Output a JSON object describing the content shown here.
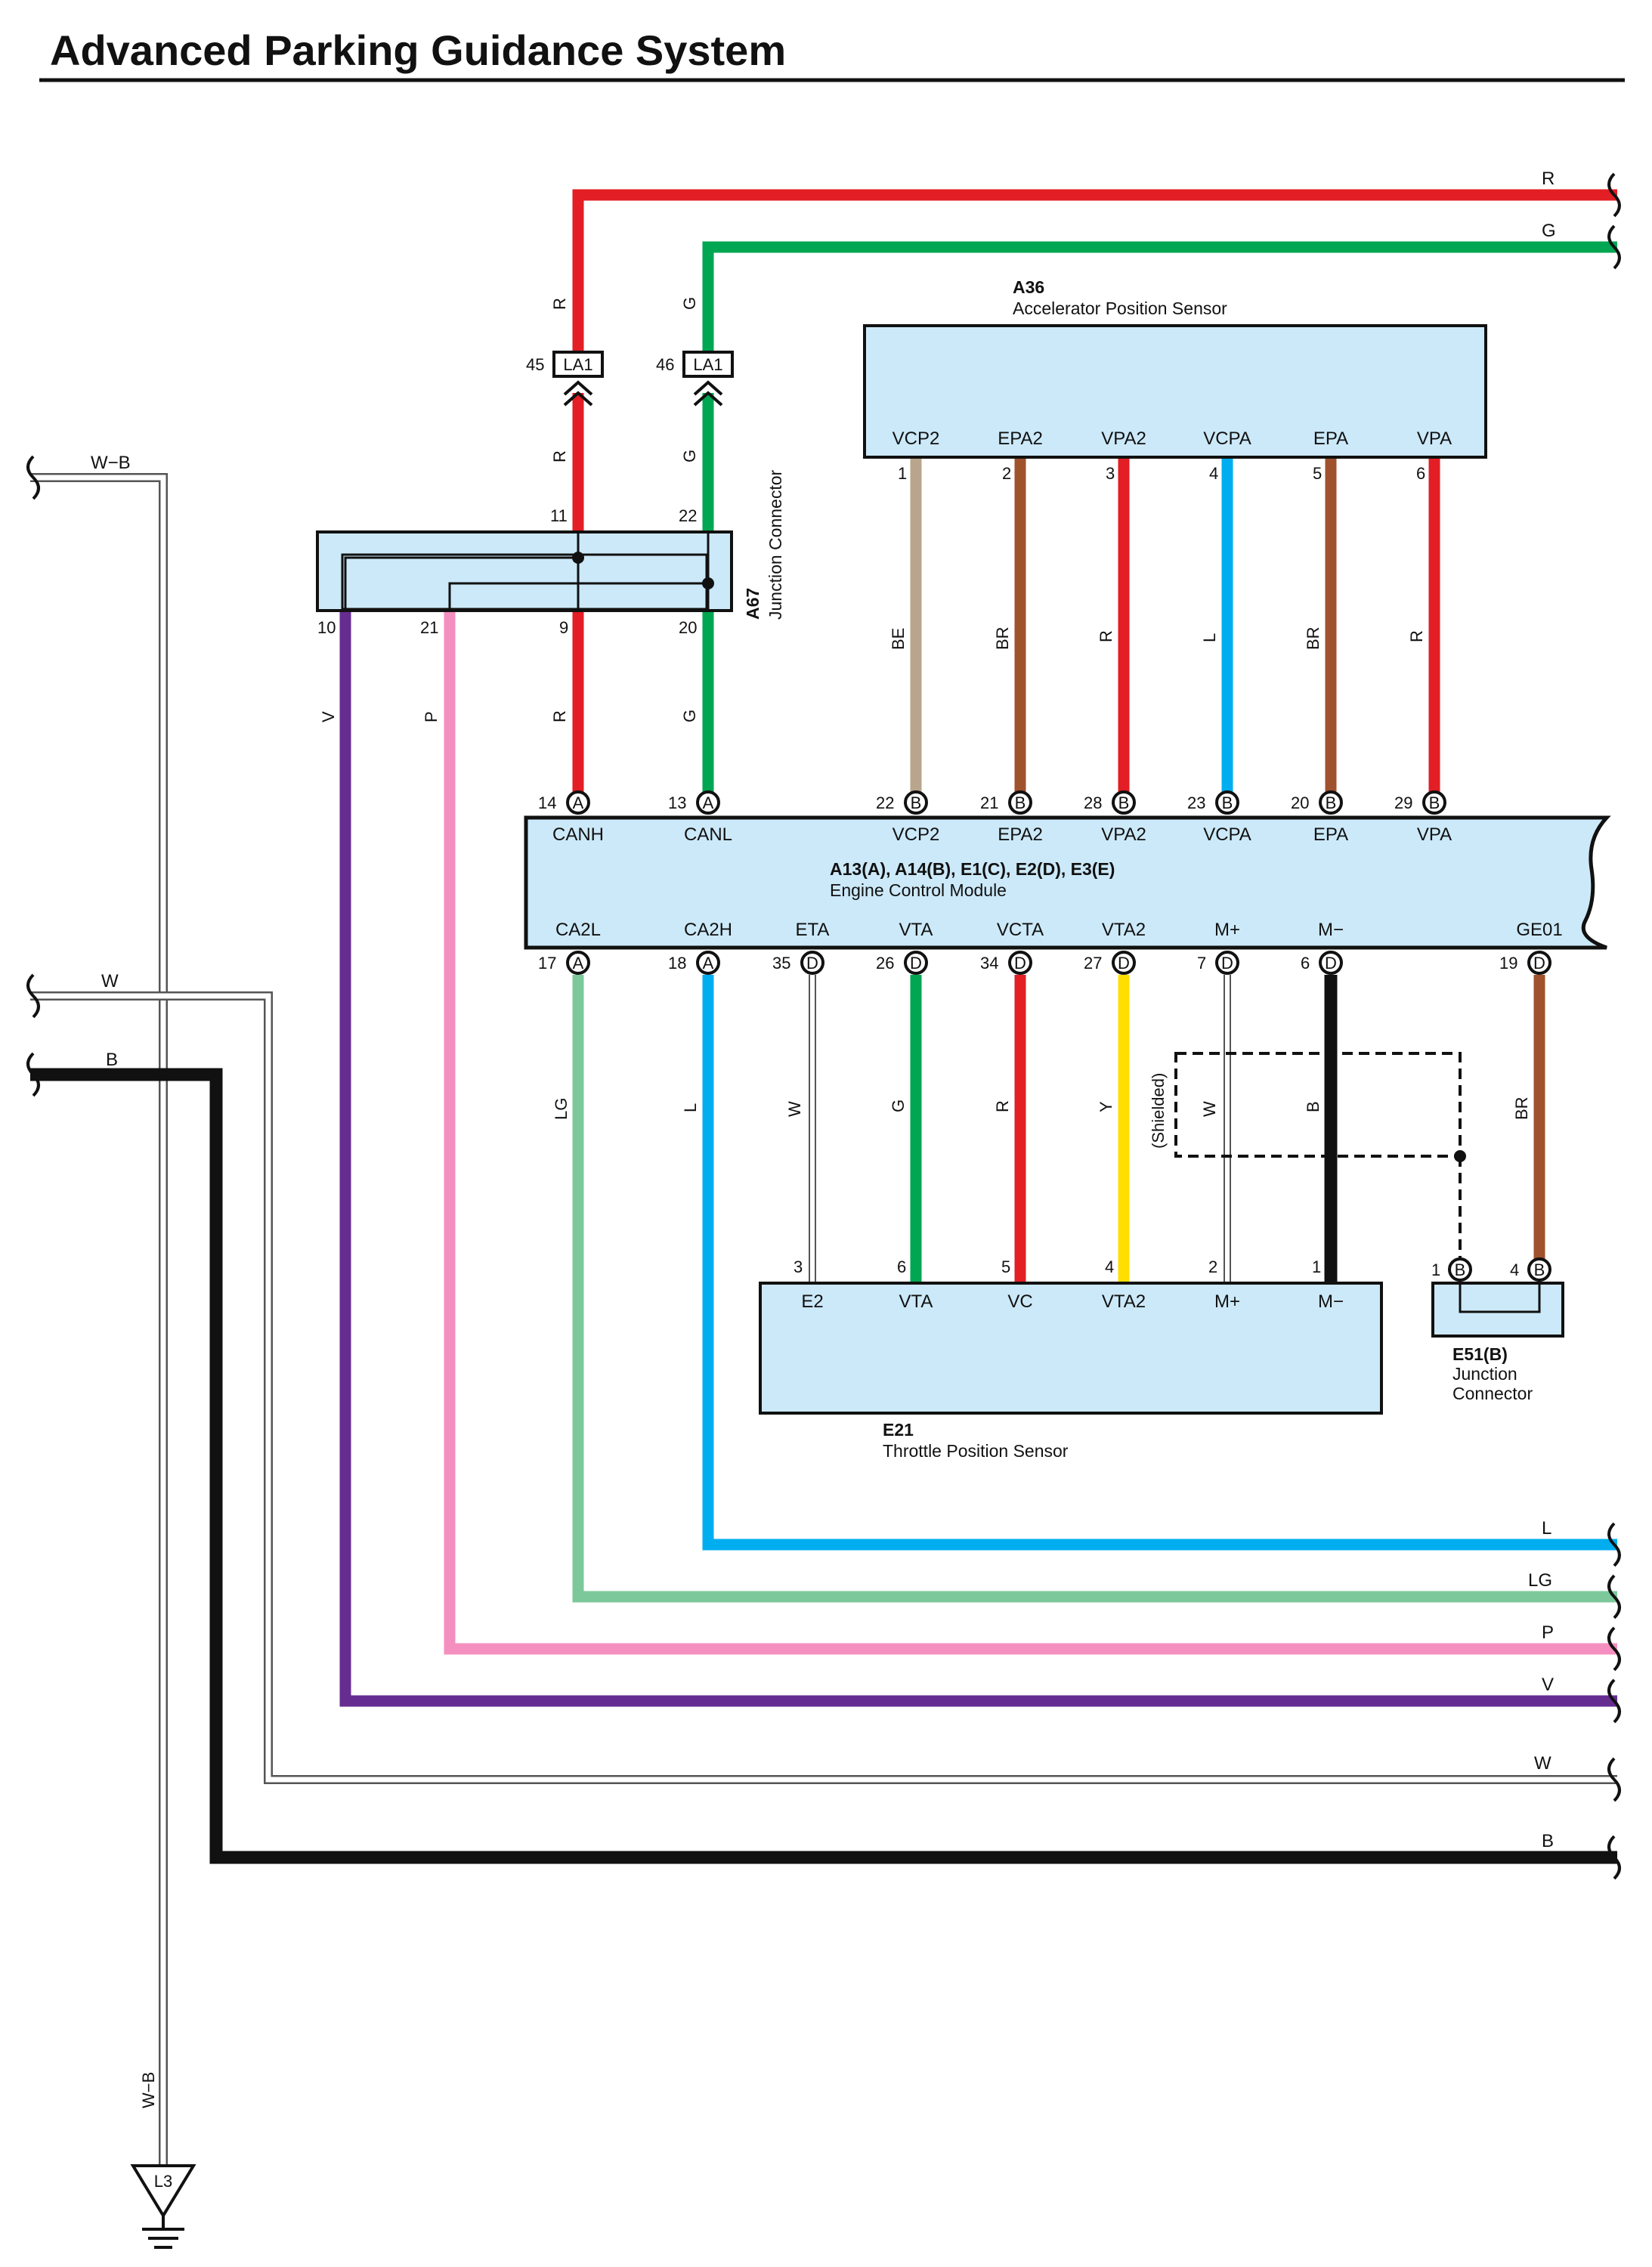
{
  "title": "Advanced Parking Guidance System",
  "colors": {
    "R": "#e31e24",
    "G": "#00a651",
    "BE": "#b9a58e",
    "BR": "#a0522d",
    "L": "#00aeef",
    "LG": "#7dc89a",
    "P": "#f48fbf",
    "V": "#662d91",
    "W": "#ffffff",
    "B": "#111111",
    "Y": "#ffde00",
    "box": "#cce9f9"
  },
  "ecm": {
    "id": "A13(A), A14(B), E1(C), E2(D), E3(E)",
    "name": "Engine Control Module",
    "top_pins": [
      {
        "num": "14",
        "conn": "A",
        "term": "CANH",
        "wire": "R"
      },
      {
        "num": "13",
        "conn": "A",
        "term": "CANL",
        "wire": "G"
      },
      {
        "num": "22",
        "conn": "B",
        "term": "VCP2",
        "wire": "BE"
      },
      {
        "num": "21",
        "conn": "B",
        "term": "EPA2",
        "wire": "BR"
      },
      {
        "num": "28",
        "conn": "B",
        "term": "VPA2",
        "wire": "R"
      },
      {
        "num": "23",
        "conn": "B",
        "term": "VCPA",
        "wire": "L"
      },
      {
        "num": "20",
        "conn": "B",
        "term": "EPA",
        "wire": "BR"
      },
      {
        "num": "29",
        "conn": "B",
        "term": "VPA",
        "wire": "R"
      }
    ],
    "bottom_pins": [
      {
        "num": "17",
        "conn": "A",
        "term": "CA2L",
        "wire": "LG"
      },
      {
        "num": "18",
        "conn": "A",
        "term": "CA2H",
        "wire": "L"
      },
      {
        "num": "35",
        "conn": "D",
        "term": "ETA",
        "wire": "W"
      },
      {
        "num": "26",
        "conn": "D",
        "term": "VTA",
        "wire": "G"
      },
      {
        "num": "34",
        "conn": "D",
        "term": "VCTA",
        "wire": "R"
      },
      {
        "num": "27",
        "conn": "D",
        "term": "VTA2",
        "wire": "Y"
      },
      {
        "num": "7",
        "conn": "D",
        "term": "M+",
        "wire": "W"
      },
      {
        "num": "6",
        "conn": "D",
        "term": "M−",
        "wire": "B"
      },
      {
        "num": "19",
        "conn": "D",
        "term": "GE01",
        "wire": "BR"
      }
    ]
  },
  "a36": {
    "id": "A36",
    "name": "Accelerator Position Sensor",
    "pins": [
      {
        "num": "1",
        "term": "VCP2"
      },
      {
        "num": "2",
        "term": "EPA2"
      },
      {
        "num": "3",
        "term": "VPA2"
      },
      {
        "num": "4",
        "term": "VCPA"
      },
      {
        "num": "5",
        "term": "EPA"
      },
      {
        "num": "6",
        "term": "VPA"
      }
    ]
  },
  "a67": {
    "id": "A67",
    "name": "Junction Connector",
    "top_pins": [
      "11",
      "22"
    ],
    "bottom_pins": [
      "10",
      "21",
      "9",
      "20"
    ]
  },
  "la1": [
    {
      "num": "45",
      "label": "LA1"
    },
    {
      "num": "46",
      "label": "LA1"
    }
  ],
  "e21": {
    "id": "E21",
    "name": "Throttle Position Sensor",
    "pins": [
      {
        "num": "3",
        "term": "E2"
      },
      {
        "num": "6",
        "term": "VTA"
      },
      {
        "num": "5",
        "term": "VC"
      },
      {
        "num": "4",
        "term": "VTA2"
      },
      {
        "num": "2",
        "term": "M+"
      },
      {
        "num": "1",
        "term": "M−"
      }
    ]
  },
  "e51": {
    "id": "E51(B)",
    "name_l1": "Junction",
    "name_l2": "Connector",
    "pins": [
      {
        "num": "1",
        "conn": "B"
      },
      {
        "num": "4",
        "conn": "B"
      }
    ]
  },
  "shield_label": "(Shielded)",
  "ground": {
    "label": "L3",
    "wire": "W−B"
  },
  "left_wires": {
    "wb": "W−B",
    "w": "W",
    "b": "B"
  },
  "right_wires": [
    "R",
    "G",
    "L",
    "LG",
    "P",
    "V",
    "W",
    "B"
  ],
  "wire_tags": {
    "upper_r": "R",
    "upper_g": "G",
    "mid_r": "R",
    "mid_g": "G",
    "low_r": "R",
    "low_g": "G",
    "a67_v": "V",
    "a67_p": "P",
    "a36_1": "BE",
    "a36_2": "BR",
    "a36_3": "R",
    "a36_4": "L",
    "a36_5": "BR",
    "a36_6": "R",
    "e_lg": "LG",
    "e_l": "L",
    "e_w": "W",
    "e_g": "G",
    "e_r": "R",
    "e_y": "Y",
    "e_w2": "W",
    "e_b": "B",
    "e_br": "BR"
  }
}
